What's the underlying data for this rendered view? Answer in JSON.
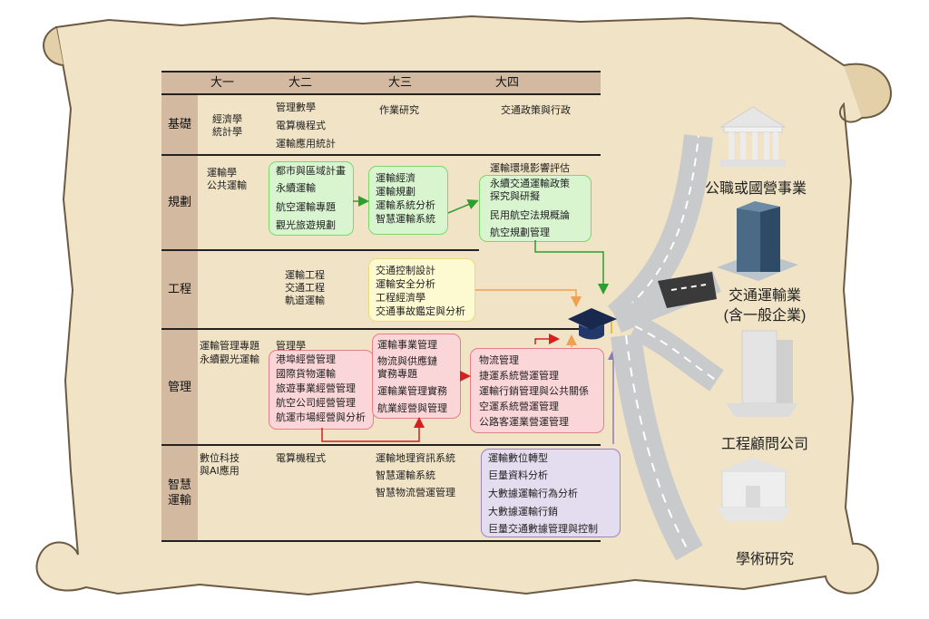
{
  "headers": {
    "y1": "大一",
    "y2": "大二",
    "y3": "大三",
    "y4": "大四"
  },
  "rows": {
    "basic": "基礎",
    "planning": "規劃",
    "engineering": "工程",
    "management": "管理",
    "smart": "智慧\n運輸"
  },
  "basic": {
    "y1": [
      "經濟學",
      "統計學"
    ],
    "y2": [
      "管理數學",
      "電算機程式",
      "運輸應用統計"
    ],
    "y3": [
      "作業研究"
    ],
    "y4": [
      "交通政策與行政"
    ]
  },
  "planning": {
    "y1": [
      "運輸學",
      "公共運輸"
    ],
    "y2": [
      "都市與區域計畫",
      "永續運輸",
      "航空運輸專題",
      "觀光旅遊規劃"
    ],
    "y3": [
      "運輸經濟",
      "運輸規劃",
      "運輸系統分析",
      "智慧運輸系統"
    ],
    "y4_top": "運輸環境影響評估",
    "y4": [
      "永續交通運輸政策",
      "探究與研擬",
      "民用航空法規概論",
      "航空規劃管理"
    ]
  },
  "engineering": {
    "y2": [
      "運輸工程",
      "交通工程",
      "軌道運輸"
    ],
    "y3": [
      "交通控制設計",
      "運輸安全分析",
      "工程經濟學",
      "交通事故鑑定與分析"
    ]
  },
  "management": {
    "y1": [
      "運輸管理專題",
      "永續觀光運輸"
    ],
    "y2_top": "管理學",
    "y2": [
      "港埠經營管理",
      "國際貨物運輸",
      "旅遊事業經營管理",
      "航空公司經營管理",
      "航運市場經營與分析"
    ],
    "y3": [
      "運輸事業管理",
      "物流與供應鏈",
      "實務專題",
      "運輸業管理實務",
      "航業經營與管理"
    ],
    "y4": [
      "物流管理",
      "捷運系統營運管理",
      "運輸行銷管理與公共關係",
      "空運系統營運管理",
      "公路客運業營運管理"
    ]
  },
  "smart": {
    "y1": [
      "數位科技",
      "與AI應用"
    ],
    "y2": [
      "電算機程式"
    ],
    "y3": [
      "運輸地理資訊系統",
      "智慧運輸系統",
      "智慧物流營運管理"
    ],
    "y4": [
      "運輸數位轉型",
      "巨量資料分析",
      "大數據運輸行為分析",
      "大數據運輸行銷",
      "巨量交通數據管理與控制"
    ]
  },
  "destinations": {
    "public": "公職或國營事業",
    "transport": "交通運輸業",
    "transport_sub": "(含一般企業)",
    "consult": "工程顧問公司",
    "academic": "學術研究"
  },
  "colors": {
    "parchment": "#f1e3c6",
    "header_band": "#d4b9a1",
    "green": "#d8f5d0",
    "pink": "#fbd6d9",
    "yellow": "#fdf9d0",
    "violet": "#e4dcef"
  }
}
